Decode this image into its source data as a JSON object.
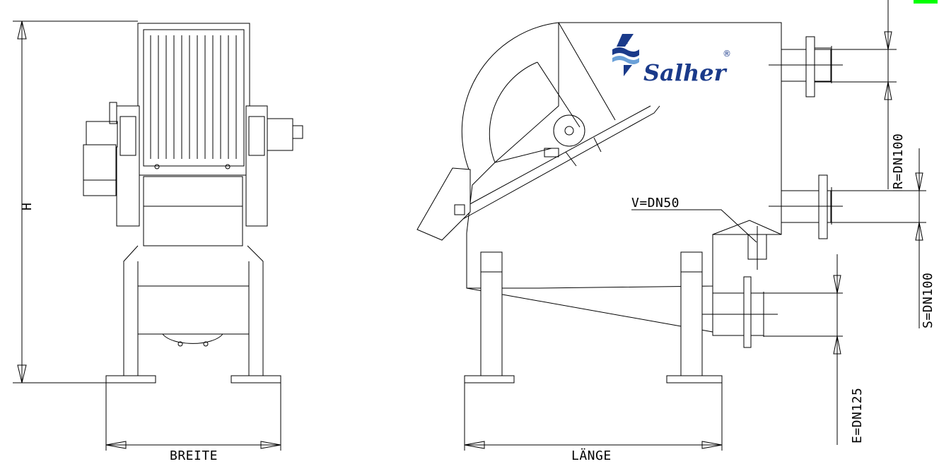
{
  "labels": {
    "height": "H",
    "width": "BREITE",
    "length": "LÄNGE",
    "vent": "V=DN50",
    "return": "R=DN100",
    "sludge": "S=DN100",
    "inlet": "E=DN125"
  },
  "logo": {
    "text": "Salher",
    "registered": "®",
    "color": "#1a3a8a",
    "icon": "salher-wave-s-icon"
  },
  "colors": {
    "line": "#000000",
    "background": "#ffffff",
    "corner_marker": "#00ff00"
  }
}
